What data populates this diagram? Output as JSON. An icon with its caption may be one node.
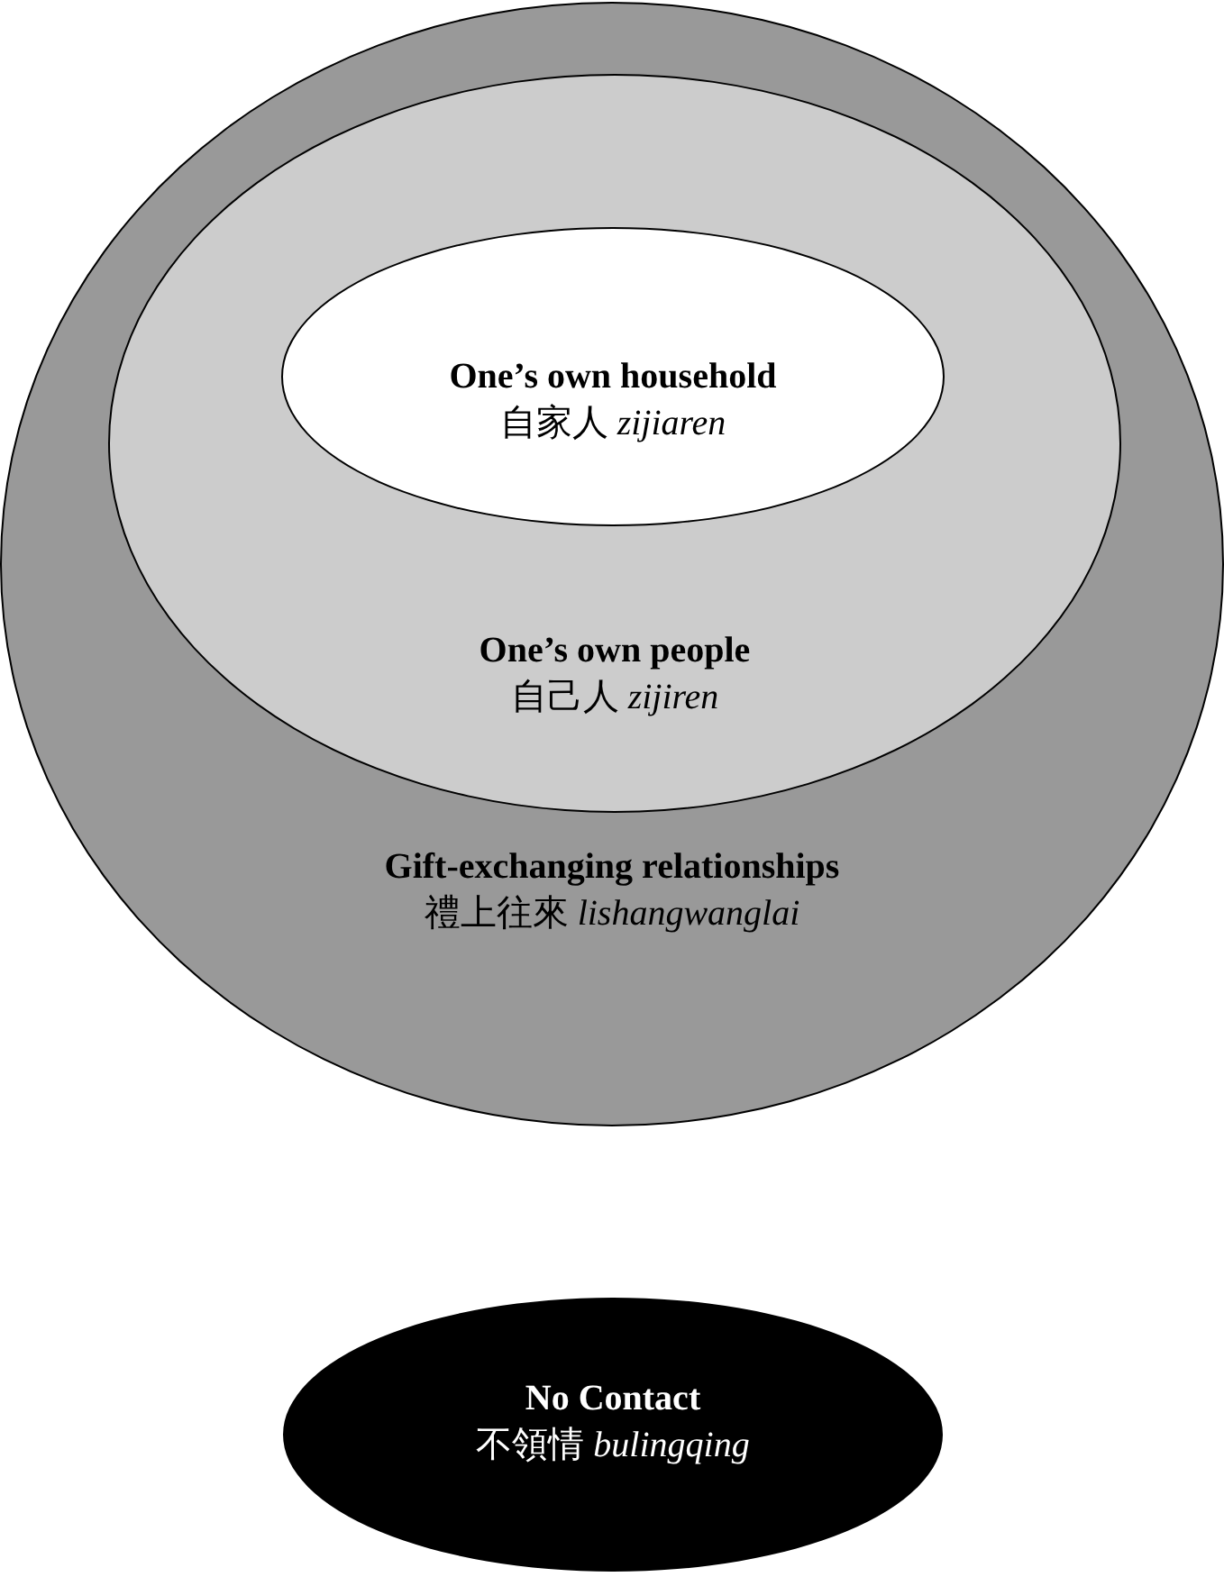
{
  "diagram": {
    "nodes": [
      {
        "text": [
          "Gift-exchanging relationships",
          "禮上往來 *lishangwanglai*"
        ]
      },
      {
        "text": [
          "One’s own people",
          "自己人 *zijiren*"
        ],
        "in": 0
      },
      {
        "text": [
          "One’s own household",
          "自家人 *zijiaren*"
        ],
        "in": 1
      },
      {
        "text": [
          "No Contact",
          "不領情 *bulingqing*"
        ]
      }
    ]
  }
}
